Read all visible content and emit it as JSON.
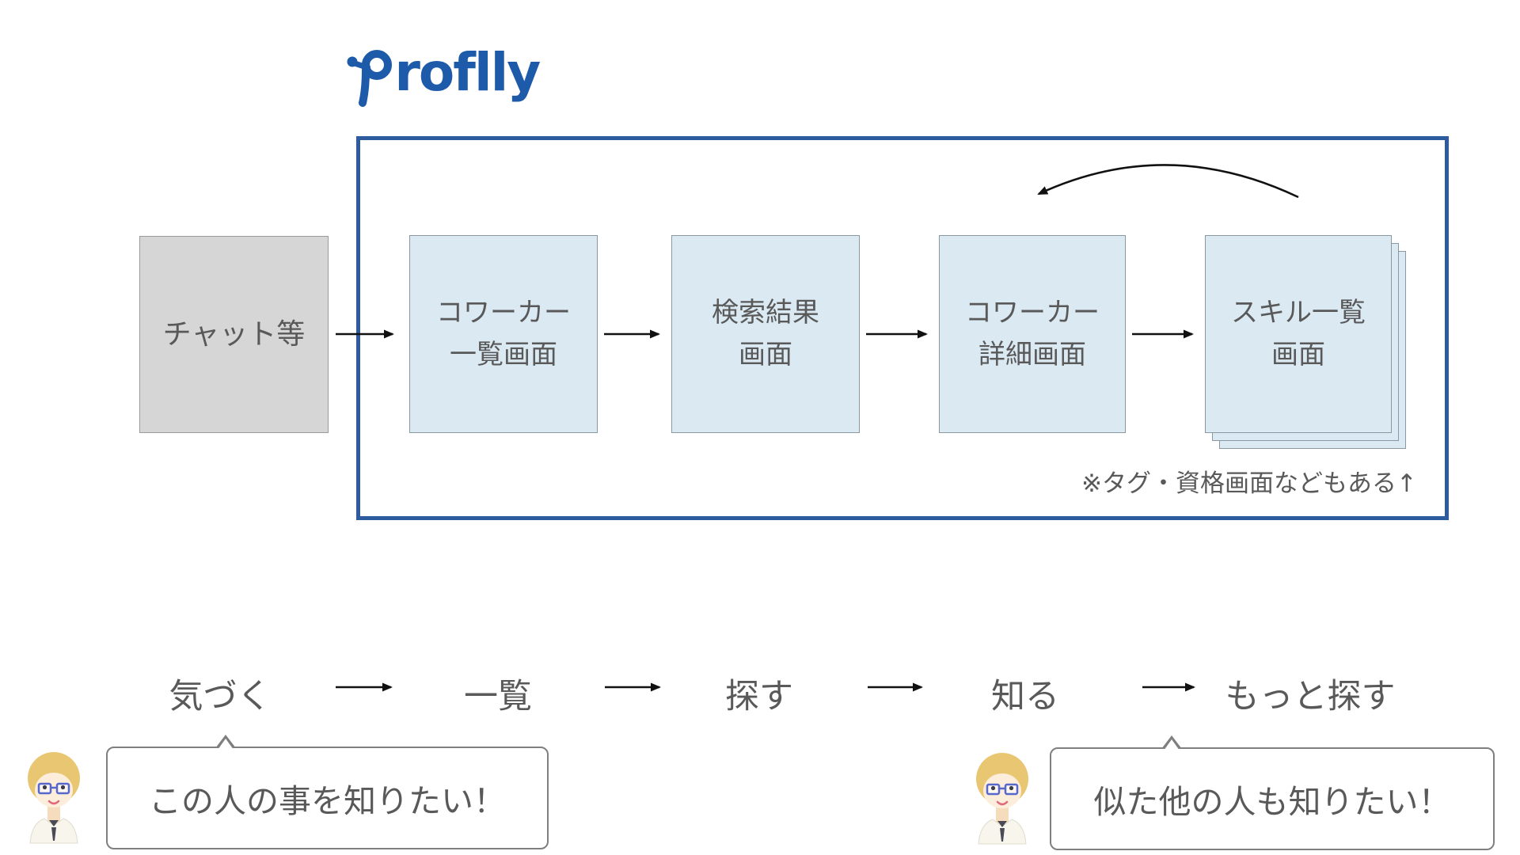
{
  "logo": {
    "text": "Proflly",
    "color": "#1d5baa"
  },
  "flow": {
    "entry_label": "チャット等",
    "screens": [
      {
        "line1": "コワーカー",
        "line2": "一覧画面"
      },
      {
        "line1": "検索結果",
        "line2": "画面"
      },
      {
        "line1": "コワーカー",
        "line2": "詳細画面"
      },
      {
        "line1": "スキル一覧",
        "line2": "画面"
      }
    ],
    "note": "※タグ・資格画面などもある↑"
  },
  "journey": {
    "steps": [
      "気づく",
      "一覧",
      "探す",
      "知る",
      "もっと探す"
    ]
  },
  "callouts": [
    {
      "text": "この人の事を知りたい！"
    },
    {
      "text": "似た他の人も知りたい！"
    }
  ],
  "colors": {
    "brand_blue": "#1d5baa",
    "frame_blue": "#2e5b9e",
    "screen_fill": "#dbe9f2",
    "entry_fill": "#d6d6d6",
    "text_gray": "#595959"
  }
}
